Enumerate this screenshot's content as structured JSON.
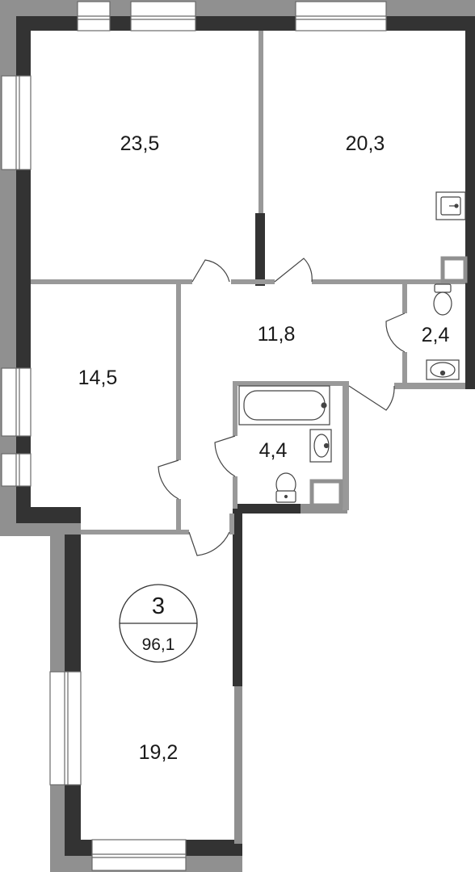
{
  "rooms": [
    {
      "id": "room-1",
      "area": "23,5"
    },
    {
      "id": "room-2",
      "area": "20,3"
    },
    {
      "id": "hall",
      "area": "11,8"
    },
    {
      "id": "wc",
      "area": "2,4"
    },
    {
      "id": "room-3",
      "area": "14,5"
    },
    {
      "id": "bathroom",
      "area": "4,4"
    },
    {
      "id": "room-4",
      "area": "19,2"
    }
  ],
  "badge": {
    "rooms_count": "3",
    "total_area": "96,1"
  },
  "colors": {
    "wall_dark": "#333333",
    "wall_gray": "#909090",
    "partition": "#999999",
    "fixture_stroke": "#444444",
    "background": "#ffffff"
  }
}
